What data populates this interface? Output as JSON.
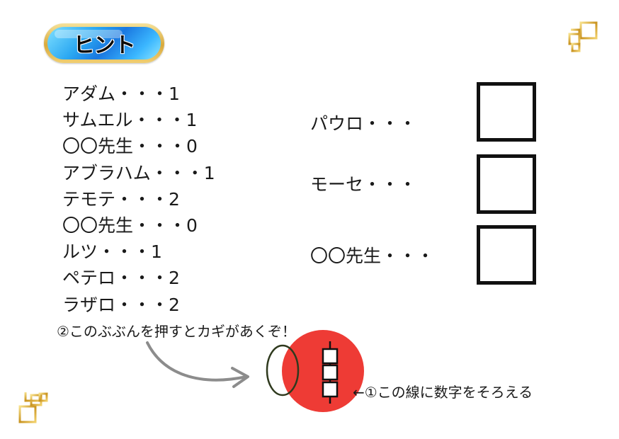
{
  "hint": {
    "label": "ヒント"
  },
  "clues": [
    {
      "text": "アダム・・・1"
    },
    {
      "text": "サムエル・・・1"
    },
    {
      "text": "〇〇先生・・・0"
    },
    {
      "text": "アブラハム・・・1"
    },
    {
      "text": "テモテ・・・2"
    },
    {
      "text": "〇〇先生・・・0"
    },
    {
      "text": "ルツ・・・1"
    },
    {
      "text": "ペテロ・・・2"
    },
    {
      "text": "ラザロ・・・2"
    }
  ],
  "answers": [
    {
      "label": "パウロ・・・",
      "value": ""
    },
    {
      "label": "モーセ・・・",
      "value": ""
    },
    {
      "label": "〇〇先生・・・",
      "value": ""
    }
  ],
  "instructions": {
    "push": "②このぶぶんを押すとカギがあくぞ！",
    "align": "←①この線に数字をそろえる"
  },
  "colors": {
    "gold": "#d4a537",
    "lock_red": "#ee3b35",
    "arrow_gray": "#8c8c8c",
    "badge_blue": "#1e88e5"
  }
}
